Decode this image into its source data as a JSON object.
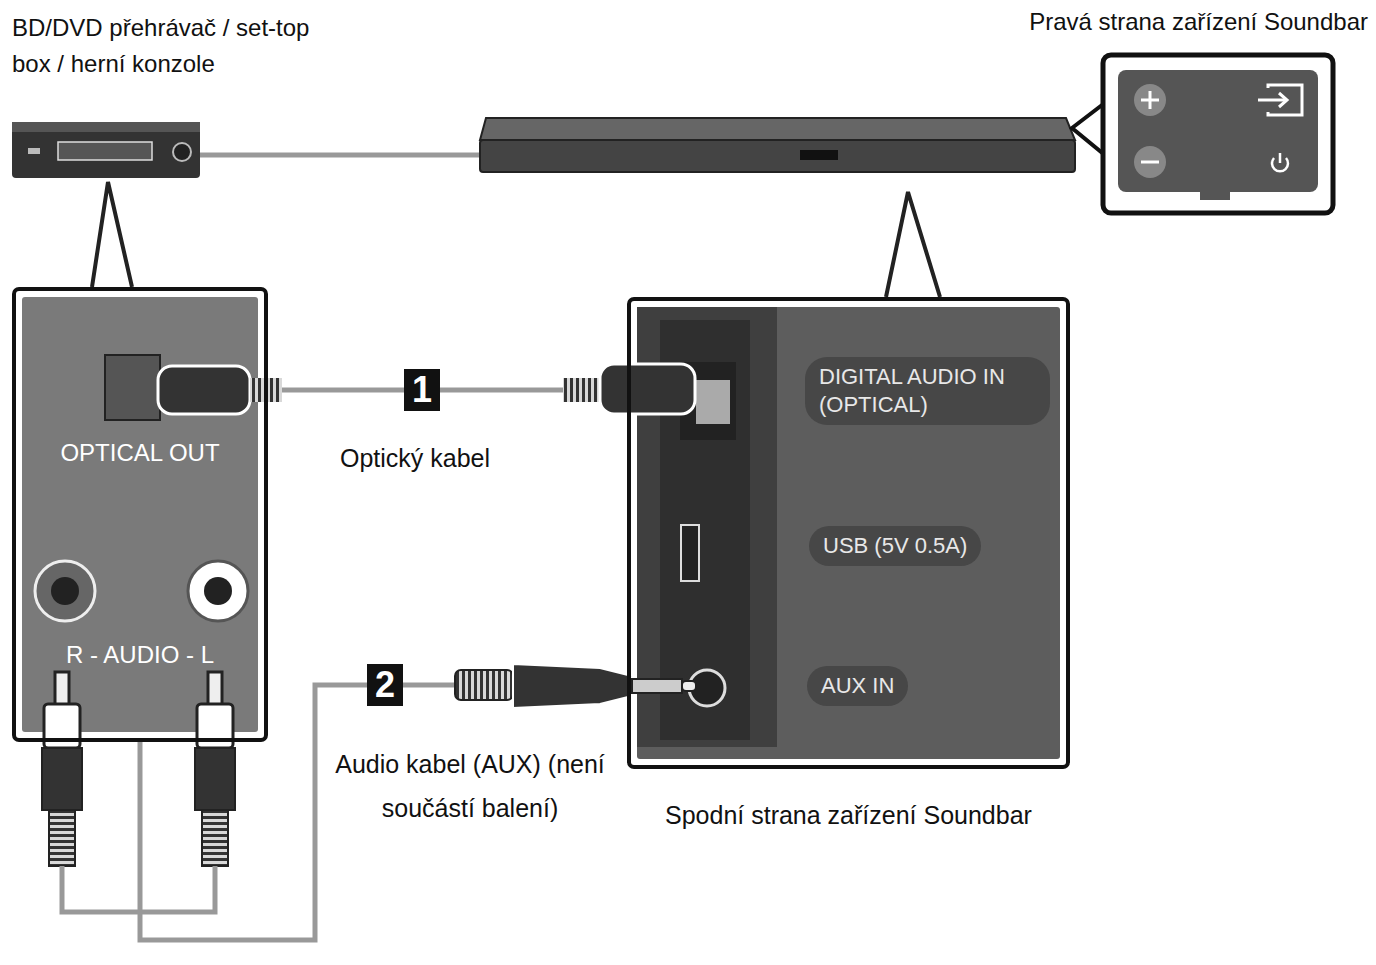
{
  "diagram": {
    "nodes": [
      {
        "text": [
          "OPTICAL OUT",
          "R - AUDIO - L"
        ]
      },
      {
        "text": [
          "Spodní strana zařízení Soundbar"
        ]
      },
      {
        "text": [
          "DIGITAL AUDIO IN (OPTICAL)"
        ],
        "in": 1
      },
      {
        "text": [
          "USB (5V 0.5A)"
        ],
        "in": 1
      },
      {
        "text": [
          "AUX IN"
        ],
        "in": 1
      }
    ],
    "edges": [
      {
        "from": 0,
        "to": 1,
        "label": "Optický kabel",
        "arrow": "none"
      },
      {
        "from": 0,
        "to": 1,
        "label": "Audio kabel (AUX) (není součástí balení)",
        "arrow": "none"
      }
    ],
    "labels": [
      "BD/DVD přehrávač / set-top box / herní konzole",
      "Pravá strana zařízení Soundbar",
      "1",
      "2"
    ]
  }
}
